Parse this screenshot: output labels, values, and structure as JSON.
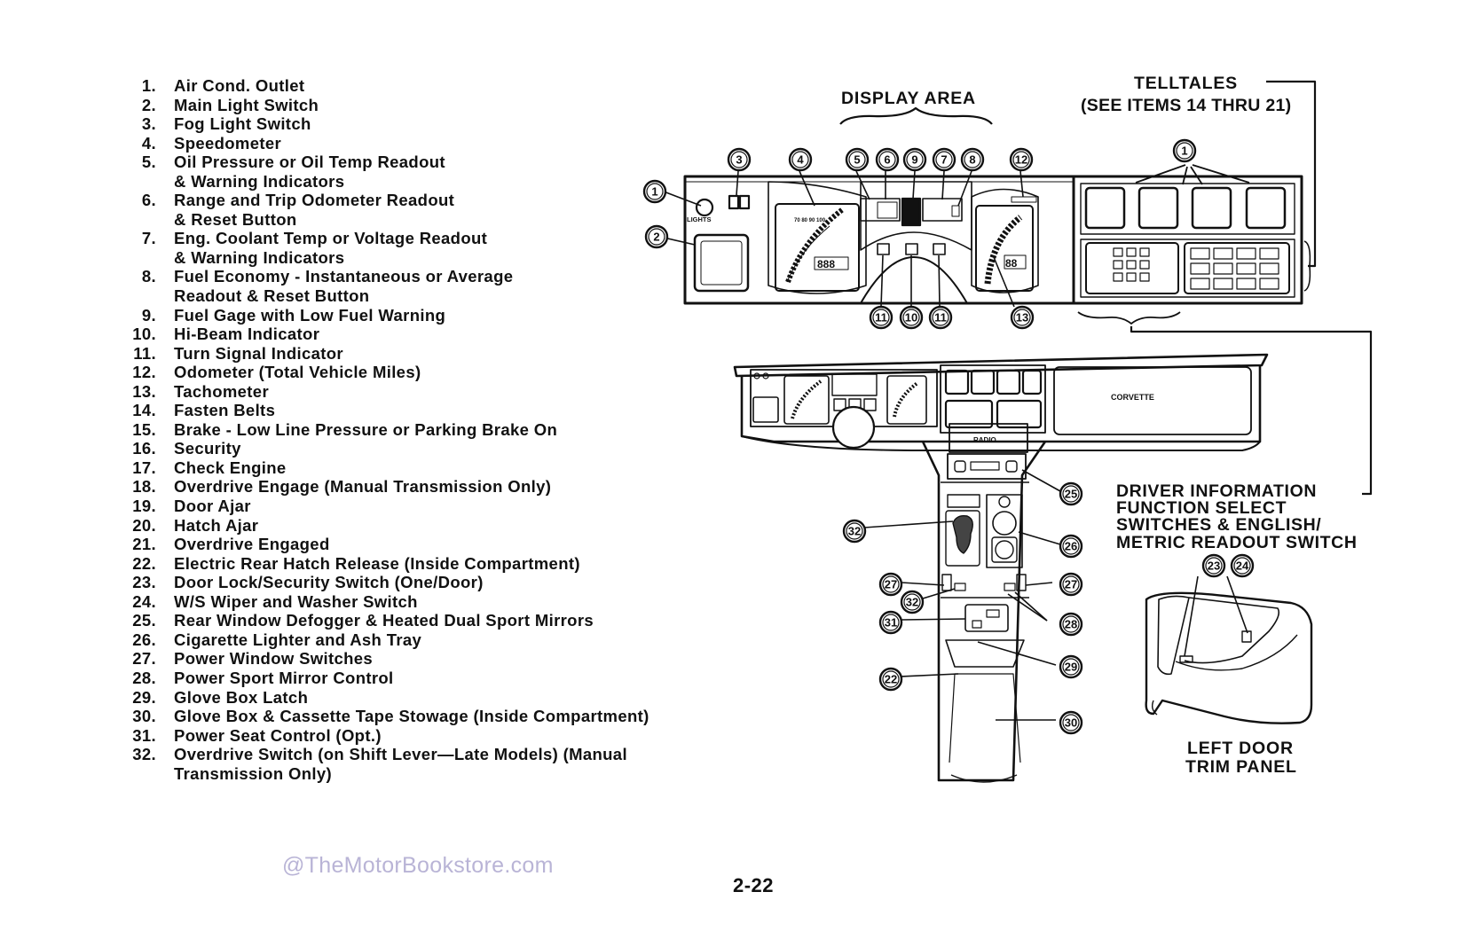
{
  "legend": [
    {
      "num": "1.",
      "text": "Air Cond. Outlet"
    },
    {
      "num": "2.",
      "text": "Main Light Switch"
    },
    {
      "num": "3.",
      "text": "Fog Light Switch"
    },
    {
      "num": "4.",
      "text": "Speedometer"
    },
    {
      "num": "5.",
      "text": "Oil Pressure or Oil Temp Readout"
    },
    {
      "num": "",
      "text": "& Warning Indicators"
    },
    {
      "num": "6.",
      "text": "Range and Trip Odometer Readout"
    },
    {
      "num": "",
      "text": "& Reset Button"
    },
    {
      "num": "7.",
      "text": "Eng. Coolant Temp or Voltage Readout"
    },
    {
      "num": "",
      "text": "& Warning Indicators"
    },
    {
      "num": "8.",
      "text": "Fuel Economy - Instantaneous or Average"
    },
    {
      "num": "",
      "text": "Readout & Reset Button"
    },
    {
      "num": "9.",
      "text": "Fuel Gage with Low Fuel Warning"
    },
    {
      "num": "10.",
      "text": "Hi-Beam Indicator"
    },
    {
      "num": "11.",
      "text": "Turn Signal Indicator"
    },
    {
      "num": "12.",
      "text": "Odometer (Total Vehicle Miles)"
    },
    {
      "num": "13.",
      "text": "Tachometer"
    },
    {
      "num": "14.",
      "text": "Fasten Belts"
    },
    {
      "num": "15.",
      "text": "Brake - Low Line Pressure or Parking Brake On"
    },
    {
      "num": "16.",
      "text": "Security"
    },
    {
      "num": "17.",
      "text": "Check Engine"
    },
    {
      "num": "18.",
      "text": "Overdrive Engage (Manual Transmission Only)"
    },
    {
      "num": "19.",
      "text": "Door Ajar"
    },
    {
      "num": "20.",
      "text": "Hatch Ajar"
    },
    {
      "num": "21.",
      "text": "Overdrive Engaged"
    },
    {
      "num": "22.",
      "text": "Electric Rear Hatch Release (Inside Compartment)"
    },
    {
      "num": "23.",
      "text": "Door Lock/Security Switch (One/Door)"
    },
    {
      "num": "24.",
      "text": "W/S Wiper and Washer Switch"
    },
    {
      "num": "25.",
      "text": "Rear Window Defogger & Heated Dual Sport Mirrors"
    },
    {
      "num": "26.",
      "text": "Cigarette Lighter and Ash Tray"
    },
    {
      "num": "27.",
      "text": "Power Window Switches"
    },
    {
      "num": "28.",
      "text": "Power Sport Mirror Control"
    },
    {
      "num": "29.",
      "text": "Glove Box Latch"
    },
    {
      "num": "30.",
      "text": "Glove Box & Cassette Tape Stowage (Inside Compartment)"
    },
    {
      "num": "31.",
      "text": "Power Seat Control (Opt.)"
    },
    {
      "num": "32.",
      "text": "Overdrive Switch (on Shift Lever—Late Models) (Manual"
    },
    {
      "num": "",
      "text": "Transmission Only)"
    }
  ],
  "diagram": {
    "display_area": "DISPLAY AREA",
    "telltales_line1": "TELLTALES",
    "telltales_line2": "(SEE ITEMS 14 THRU 21)",
    "driver_info_1": "DRIVER INFORMATION",
    "driver_info_2": "FUNCTION SELECT",
    "driver_info_3": "SWITCHES & ENGLISH/",
    "driver_info_4": "METRIC READOUT SWITCH",
    "left_door_1": "LEFT DOOR",
    "left_door_2": "TRIM PANEL",
    "lights_label": "LIGHTS",
    "corvette_label": "CORVETTE",
    "radio_label": "RADIO",
    "callouts": [
      "1",
      "2",
      "3",
      "4",
      "5",
      "6",
      "9",
      "7",
      "8",
      "12",
      "1",
      "11",
      "10",
      "11",
      "13",
      "25",
      "32",
      "26",
      "27",
      "32",
      "27",
      "31",
      "28",
      "29",
      "22",
      "30",
      "23",
      "24"
    ]
  },
  "watermark": "@TheMotorBookstore.com",
  "page_number": "2-22"
}
